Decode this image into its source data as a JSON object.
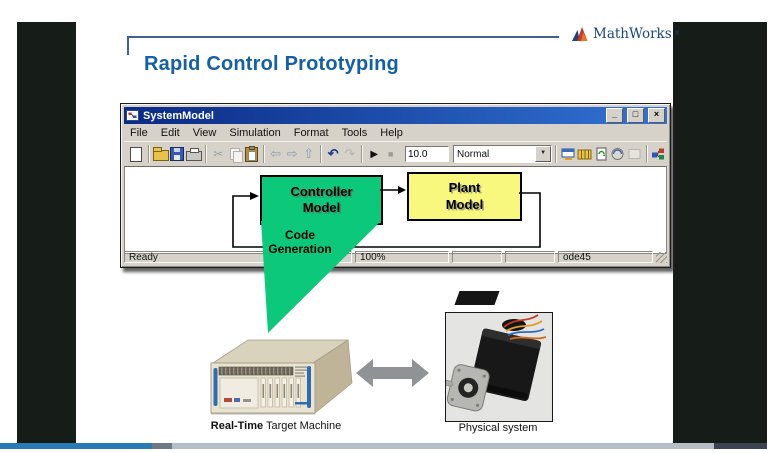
{
  "colors": {
    "letterbox": "#161c18",
    "title_blue": "#1460a8",
    "header_rule": "#44608a",
    "logo_navy": "#1a4679",
    "block_green": "#0cc87b",
    "block_yellow": "#f9f87e",
    "titlebar_left": "#0a2a85",
    "titlebar_right": "#3273d4",
    "chrome": "#d6d2ca",
    "progress_played": "#2b7ab8",
    "progress_mid": "#6d7a86",
    "progress_rest": "#b5bdc5",
    "progress_tail": "#3b4450",
    "hw_arrow": "#8f9396"
  },
  "header": {
    "title": "Rapid Control Prototyping",
    "logo_text": "MathWorks",
    "logo_reg": "®"
  },
  "icons": {
    "cut": "✂",
    "back": "⇦",
    "forward": "⇨",
    "up": "⇧",
    "undo": "↶",
    "redo": "↷",
    "play": "▶",
    "stop": "■",
    "combo_arrow": "▼",
    "minimize": "_",
    "maximize": "□",
    "close": "×"
  },
  "simulink": {
    "window_title": "SystemModel",
    "menu_items": [
      "File",
      "Edit",
      "View",
      "Simulation",
      "Format",
      "Tools",
      "Help"
    ],
    "toolbar": {
      "sim_stop_time": "10.0",
      "sim_mode": "Normal",
      "icon_names": [
        "new-model",
        "open-model",
        "save-model",
        "print",
        "cut",
        "copy",
        "paste",
        "back",
        "forward",
        "up",
        "undo",
        "redo",
        "start-simulation",
        "stop-simulation",
        "model-browser",
        "library-browser",
        "update-diagram",
        "build",
        "debug",
        "simulink-library"
      ]
    },
    "canvas": {
      "controller_line1": "Controller",
      "controller_line2": "Model",
      "plant_line1": "Plant",
      "plant_line2": "Model",
      "annotation_line1": "Code",
      "annotation_line2": "Generation"
    },
    "statusbar": {
      "ready": "Ready",
      "zoom_level": "100%",
      "solver": "ode45"
    }
  },
  "hardware": {
    "target_label_strong": "Real-Time",
    "target_label_rest": " Target Machine",
    "physical_label": "Physical system"
  },
  "player": {
    "progress_played_fraction": 0.19
  }
}
